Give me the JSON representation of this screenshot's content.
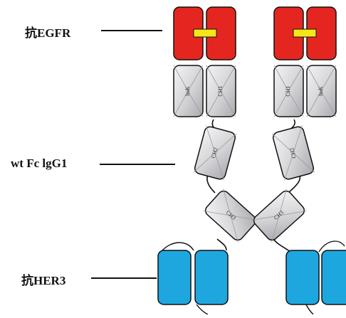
{
  "labels": {
    "egfr": "抗EGFR",
    "fc": "wt Fc lgG1",
    "her3": "抗HER3"
  },
  "domains": {
    "huk": "huK",
    "ch1": "CH1",
    "ch2": "CH2",
    "ch3": "CH3"
  },
  "colors": {
    "egfr_domain": "#e52620",
    "linker": "#f5e61a",
    "constant_domain": "#d3d3d6",
    "her3_domain": "#1ea7df",
    "outline": "#111111"
  }
}
